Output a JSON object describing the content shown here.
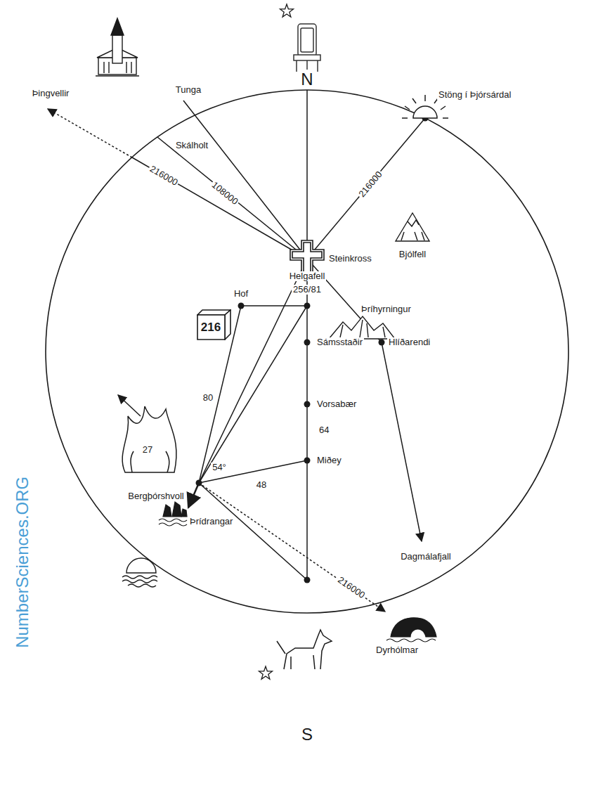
{
  "diagram": {
    "nodes": [
      {
        "text": [
          "216"
        ]
      }
    ],
    "labels": [
      "N",
      "Tunga",
      "Skálholt",
      "Þingvellir",
      "108000",
      "216000",
      "Stöng í Þjórsárdal",
      "216000",
      "Bjólfell",
      "Steinkross",
      "Helgafell",
      "256/81",
      "Hof",
      "Þríhyrningur",
      "Sámsstaðir",
      "Hlíðarendi",
      "64",
      "Vorsabær",
      "80",
      "54°",
      "Miðey",
      "48",
      "Bergþórshvoll",
      "27",
      "Þrídrangar",
      "216000",
      "Dyrhólmar",
      "Dagmálafjall",
      "S",
      "NumberSciences.ORG"
    ]
  }
}
